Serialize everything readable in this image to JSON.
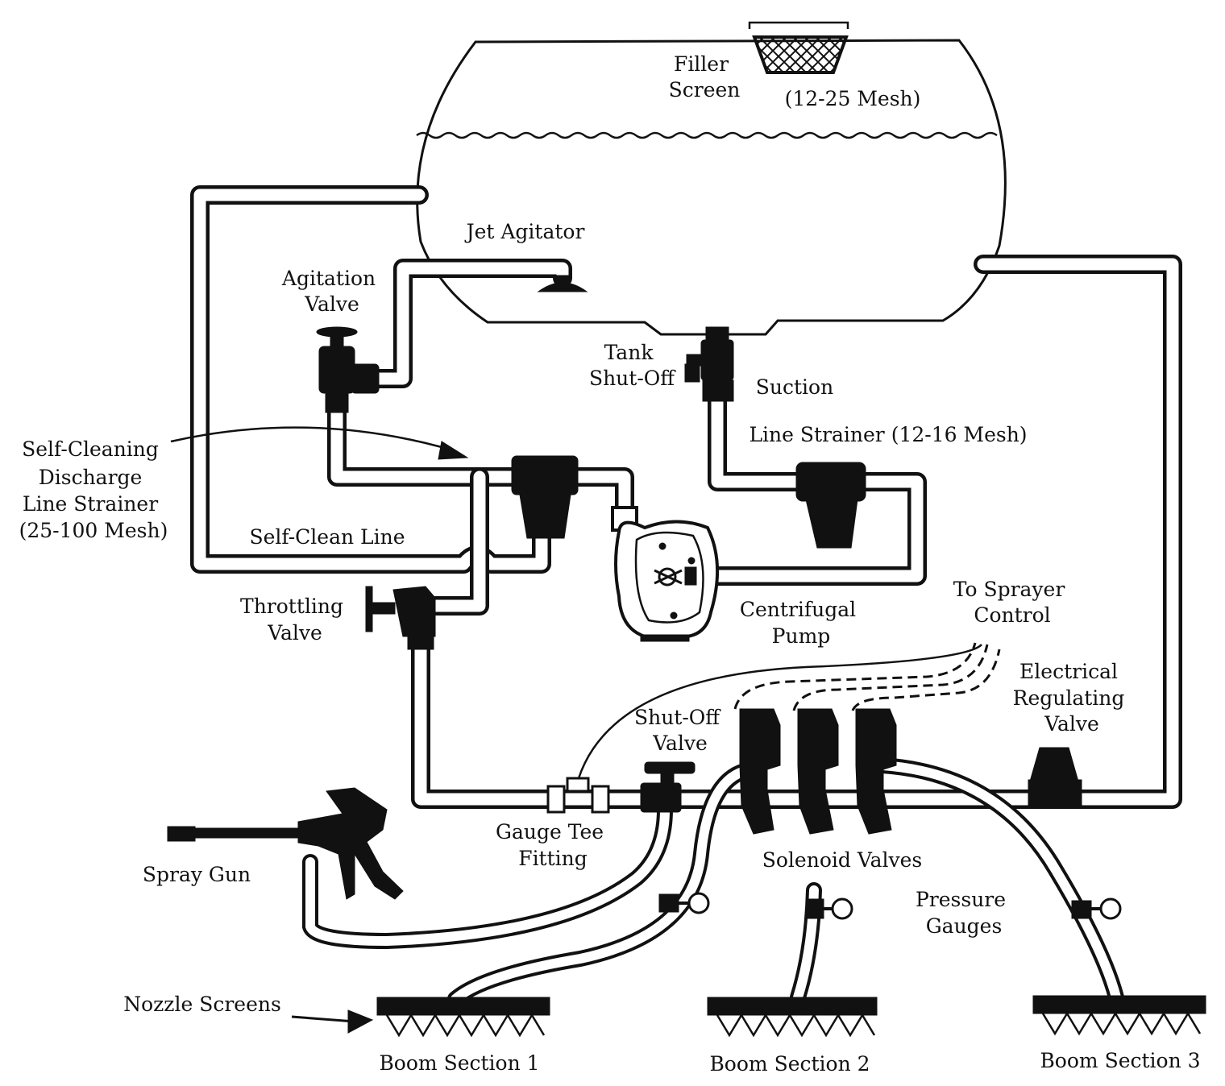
{
  "labels": {
    "filler_screen": [
      "Filler",
      "Screen"
    ],
    "filler_mesh": "(12-25 Mesh)",
    "jet_agitator": "Jet Agitator",
    "agitation_valve": [
      "Agitation",
      "Valve"
    ],
    "tank_shutoff": [
      "Tank",
      "Shut-Off"
    ],
    "suction": "Suction",
    "line_strainer": "Line Strainer (12-16 Mesh)",
    "self_cleaning_strainer": [
      "Self-Cleaning",
      "Discharge",
      "Line Strainer",
      "(25-100 Mesh)"
    ],
    "self_clean_line": "Self-Clean Line",
    "throttling_valve": [
      "Throttling",
      "Valve"
    ],
    "centrifugal_pump": [
      "Centrifugal",
      "Pump"
    ],
    "to_sprayer_control": [
      "To Sprayer",
      "Control"
    ],
    "electrical_regulating_valve": [
      "Electrical",
      "Regulating",
      "Valve"
    ],
    "shutoff_valve": [
      "Shut-Off",
      "Valve"
    ],
    "gauge_tee_fitting": [
      "Gauge Tee",
      "Fitting"
    ],
    "spray_gun": "Spray Gun",
    "solenoid_valves": "Solenoid Valves",
    "pressure_gauges": [
      "Pressure",
      "Gauges"
    ],
    "nozzle_screens": "Nozzle Screens",
    "boom_section_1": "Boom Section 1",
    "boom_section_2": "Boom Section 2",
    "boom_section_3": "Boom Section 3"
  },
  "colors": {
    "ink": "#111111",
    "paper": "#ffffff"
  }
}
